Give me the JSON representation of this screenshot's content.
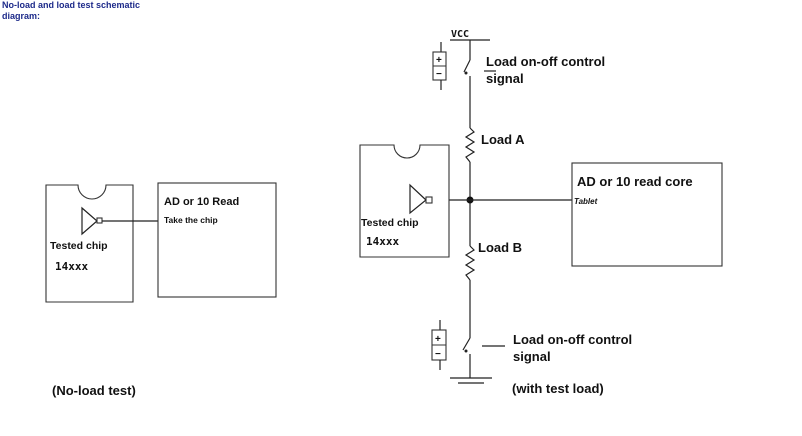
{
  "header": {
    "line1": "No-load and load test schematic",
    "line2": "diagram:"
  },
  "left": {
    "chip_label": "Tested chip",
    "chip_code": "14xxx",
    "ad_box_title": "AD or 10 Read",
    "ad_box_sub": "Take the chip",
    "caption": "(No-load test)"
  },
  "right": {
    "vcc": "VCC",
    "top_switch_label_1": "Load on-off control",
    "top_switch_label_2": "signal",
    "load_a": "Load A",
    "load_b": "Load B",
    "chip_label": "Tested chip",
    "chip_code": "14xxx",
    "ad_box_title": "AD or 10 read core",
    "ad_box_sub": "Tablet",
    "bottom_switch_label_1": "Load on-off control",
    "bottom_switch_label_2": "signal",
    "caption": "(with test load)",
    "plus": "+",
    "minus": "−"
  },
  "colors": {
    "header": "#1d2a8a",
    "ink": "#111111"
  }
}
